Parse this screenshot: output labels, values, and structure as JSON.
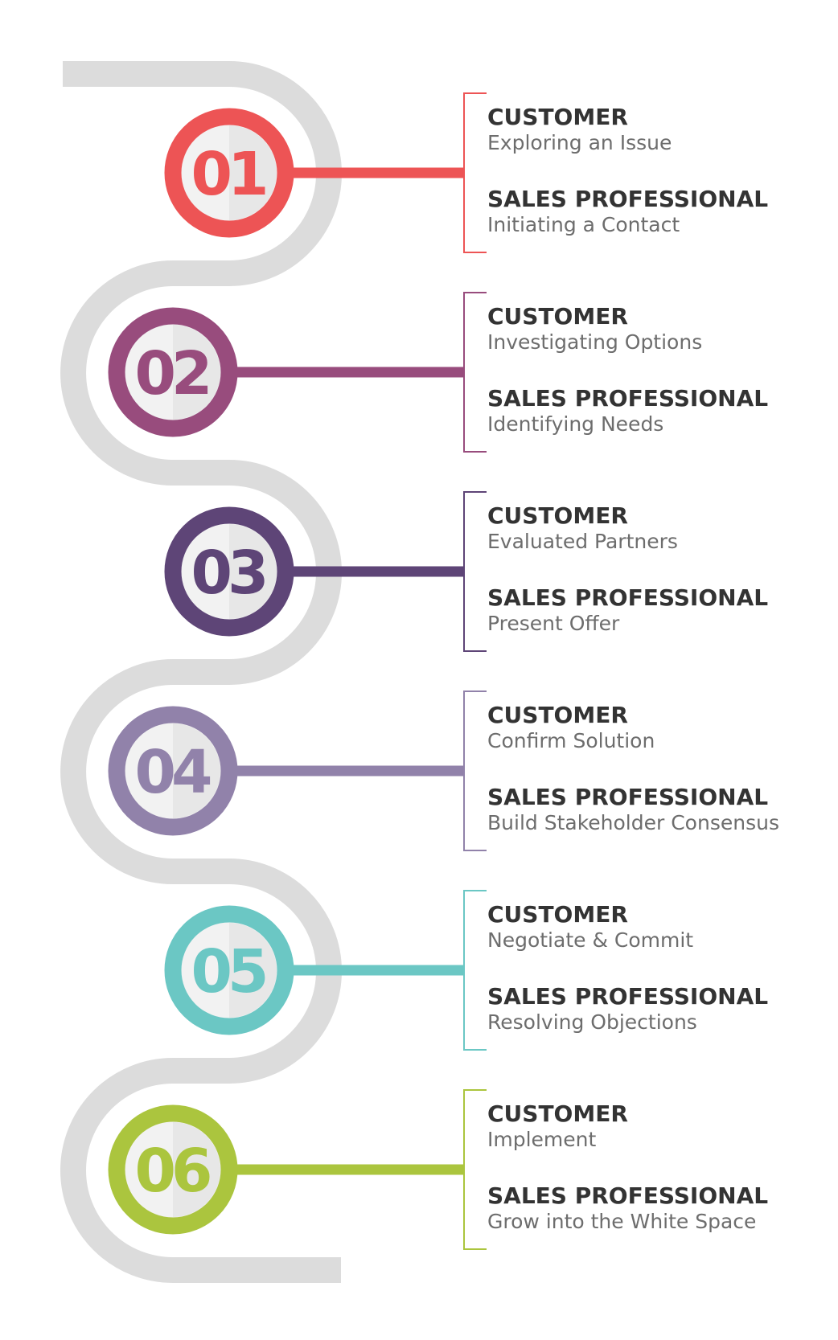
{
  "steps": [
    {
      "number": "01",
      "color": "#ed5455",
      "customer_label": "CUSTOMER",
      "customer_text": "Exploring an Issue",
      "sales_label": "SALES PROFESSIONAL",
      "sales_text": "Initiating a Contact"
    },
    {
      "number": "02",
      "color": "#984c7d",
      "customer_label": "CUSTOMER",
      "customer_text": "Investigating Options",
      "sales_label": "SALES PROFESSIONAL",
      "sales_text": "Identifying Needs"
    },
    {
      "number": "03",
      "color": "#5e4577",
      "customer_label": "CUSTOMER",
      "customer_text": "Evaluated  Partners",
      "sales_label": "SALES PROFESSIONAL",
      "sales_text": "Present Offer"
    },
    {
      "number": "04",
      "color": "#9182aa",
      "customer_label": "CUSTOMER",
      "customer_text": "Confirm Solution",
      "sales_label": "SALES PROFESSIONAL",
      "sales_text": "Build Stakeholder Consensus"
    },
    {
      "number": "05",
      "color": "#6bc7c4",
      "customer_label": "CUSTOMER",
      "customer_text": "Negotiate & Commit",
      "sales_label": "SALES PROFESSIONAL",
      "sales_text": "Resolving Objections"
    },
    {
      "number": "06",
      "color": "#abc53e",
      "customer_label": "CUSTOMER",
      "customer_text": "Implement",
      "sales_label": "SALES PROFESSIONAL",
      "sales_text": "Grow into the White Space"
    }
  ],
  "path_color": "#dcdcdc",
  "circle_fill": "#f2f2f2"
}
